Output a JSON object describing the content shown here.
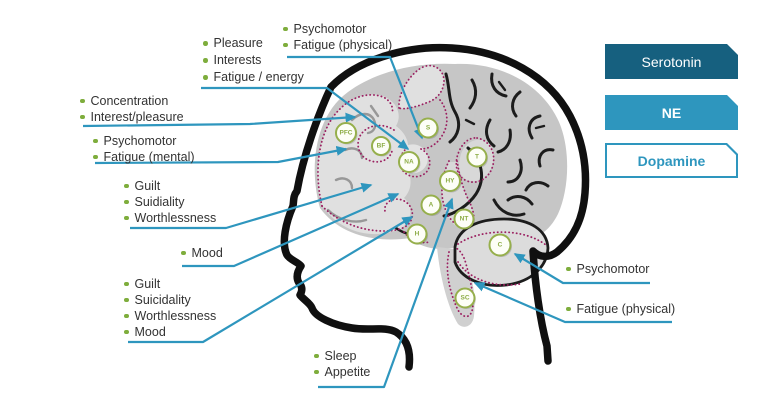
{
  "background": "#FFFFFF",
  "colors": {
    "accent_blue": "#2E96BE",
    "legend_dark_blue": "#16607F",
    "bullet_green": "#7EAD3C",
    "node_green": "#96AF4C",
    "region_outline_magenta": "#9B2161",
    "label_text": "#333333"
  },
  "legend": {
    "items": [
      {
        "label": "Serotonin",
        "variant": "dark"
      },
      {
        "label": "NE",
        "variant": "mid"
      },
      {
        "label": "Dopamine",
        "variant": "outline"
      }
    ]
  },
  "callouts": [
    {
      "id": "psychomotor-fatigue-top",
      "items": [
        "Psychomotor",
        "Fatigue (physical)"
      ]
    },
    {
      "id": "pleasure-interests-energy",
      "items": [
        "Pleasure",
        "Interests",
        "Fatigue / energy"
      ]
    },
    {
      "id": "concentration-interest",
      "items": [
        "Concentration",
        "Interest/pleasure"
      ]
    },
    {
      "id": "psychomotor-fatigue-mental",
      "items": [
        "Psychomotor",
        "Fatigue (mental)"
      ]
    },
    {
      "id": "guilt-upper",
      "items": [
        "Guilt",
        "Suidiality",
        "Worthlessness"
      ]
    },
    {
      "id": "mood",
      "items": [
        "Mood"
      ]
    },
    {
      "id": "guilt-lower",
      "items": [
        "Guilt",
        "Suicidality",
        "Worthlessness",
        "Mood"
      ]
    },
    {
      "id": "sleep-appetite",
      "items": [
        "Sleep",
        "Appetite"
      ]
    },
    {
      "id": "psychomotor-right",
      "items": [
        "Psychomotor"
      ]
    },
    {
      "id": "fatigue-physical-right",
      "items": [
        "Fatigue (physical)"
      ]
    }
  ],
  "brain": {
    "nodes": [
      {
        "id": "PFC",
        "label": "PFC"
      },
      {
        "id": "BF",
        "label": "BF"
      },
      {
        "id": "NA",
        "label": "NA"
      },
      {
        "id": "S",
        "label": "S"
      },
      {
        "id": "T",
        "label": "T"
      },
      {
        "id": "HY",
        "label": "HY"
      },
      {
        "id": "A",
        "label": "A"
      },
      {
        "id": "NT",
        "label": "NT"
      },
      {
        "id": "H",
        "label": "H"
      },
      {
        "id": "C",
        "label": "C"
      },
      {
        "id": "SC",
        "label": "SC"
      }
    ]
  }
}
